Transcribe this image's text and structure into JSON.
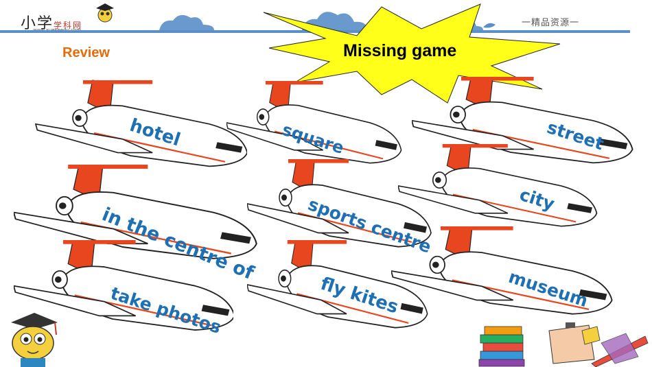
{
  "header": {
    "logo_text": "小学",
    "logo_sub": "学科网",
    "logo_url": "www.xuekeedu.com",
    "right_text": "一精品资源一"
  },
  "slide": {
    "section_label": "Review",
    "game_title": "Missing game"
  },
  "planes": [
    {
      "label": "hotel"
    },
    {
      "label": "square"
    },
    {
      "label": "street"
    },
    {
      "label": "city"
    },
    {
      "label": "in the centre of"
    },
    {
      "label": "sports centre"
    },
    {
      "label": "take photos"
    },
    {
      "label": "fly kites"
    },
    {
      "label": "museum"
    }
  ],
  "colors": {
    "accent_blue": "#1f6fb3",
    "review_orange": "#e46c0a",
    "tail_red": "#e8461f",
    "burst_yellow": "#ffff1a",
    "header_line": "#5a8fc8"
  }
}
